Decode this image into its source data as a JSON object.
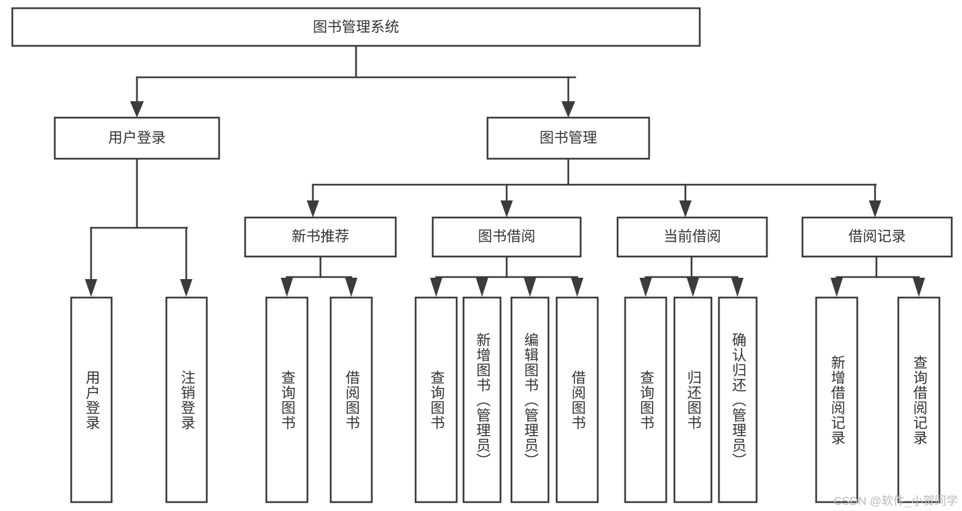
{
  "diagram": {
    "type": "tree-hierarchy",
    "title": "图书管理系统",
    "watermark": "CSDN @软件_小贺同学",
    "colors": {
      "stroke": "#3b3b3b",
      "box_fill": "#ffffff",
      "text": "#333333",
      "background": "#ffffff",
      "watermark": "#b9b9b9"
    },
    "root": {
      "label": "图书管理系统"
    },
    "level1": [
      {
        "label": "用户登录"
      },
      {
        "label": "图书管理"
      }
    ],
    "level2": [
      {
        "label": "新书推荐"
      },
      {
        "label": "图书借阅"
      },
      {
        "label": "当前借阅"
      },
      {
        "label": "借阅记录"
      }
    ],
    "leaves": {
      "user_login": [
        {
          "label": "用户登录"
        },
        {
          "label": "注销登录"
        }
      ],
      "new_book_recommend": [
        {
          "label": "查询图书"
        },
        {
          "label": "借阅图书"
        }
      ],
      "book_borrow": [
        {
          "label": "查询图书"
        },
        {
          "label": "新增图书（管理员）"
        },
        {
          "label": "编辑图书（管理员）"
        },
        {
          "label": "借阅图书"
        }
      ],
      "current_borrow": [
        {
          "label": "查询图书"
        },
        {
          "label": "归还图书"
        },
        {
          "label": "确认归还（管理员）"
        }
      ],
      "borrow_record": [
        {
          "label": "新增借阅记录"
        },
        {
          "label": "查询借阅记录"
        }
      ]
    }
  }
}
